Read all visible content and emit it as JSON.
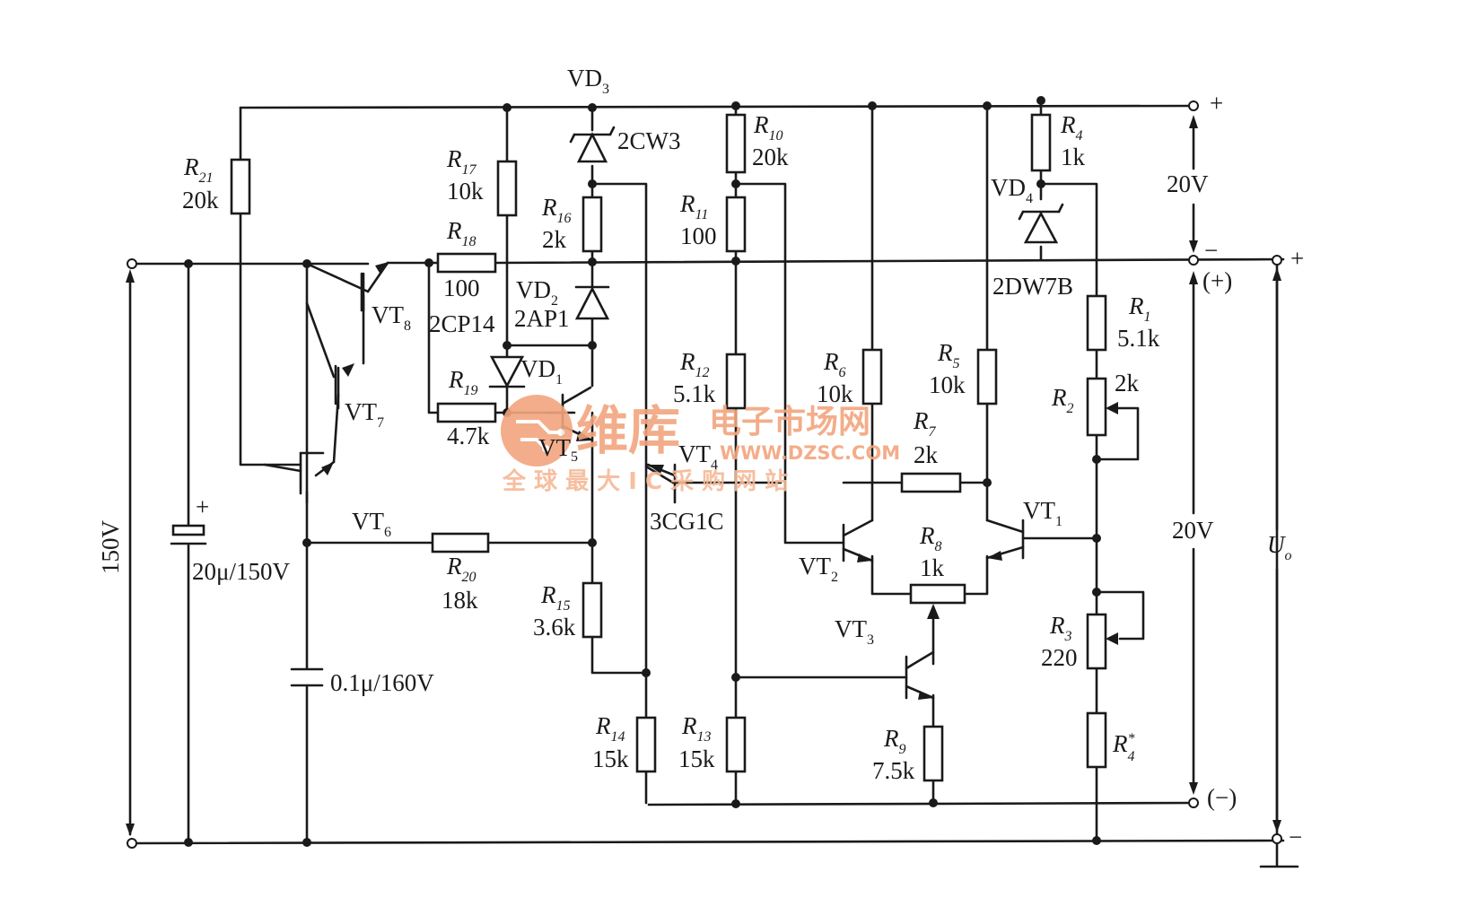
{
  "components": {
    "R21": {
      "name": "R",
      "sub": "21",
      "value": "20k"
    },
    "R17": {
      "name": "R",
      "sub": "17",
      "value": "10k"
    },
    "R18": {
      "name": "R",
      "sub": "18",
      "value": "100"
    },
    "R19": {
      "name": "R",
      "sub": "19",
      "value": "4.7k"
    },
    "R16": {
      "name": "R",
      "sub": "16",
      "value": "2k"
    },
    "R10": {
      "name": "R",
      "sub": "10",
      "value": "20k"
    },
    "R11": {
      "name": "R",
      "sub": "11",
      "value": "100"
    },
    "R12": {
      "name": "R",
      "sub": "12",
      "value": "5.1k"
    },
    "R13": {
      "name": "R",
      "sub": "13",
      "value": "15k"
    },
    "R14": {
      "name": "R",
      "sub": "14",
      "value": "15k"
    },
    "R15": {
      "name": "R",
      "sub": "15",
      "value": "3.6k"
    },
    "R20": {
      "name": "R",
      "sub": "20",
      "value": "18k"
    },
    "R6": {
      "name": "R",
      "sub": "6",
      "value": "10k"
    },
    "R5": {
      "name": "R",
      "sub": "5",
      "value": "10k"
    },
    "R7": {
      "name": "R",
      "sub": "7",
      "value": "2k"
    },
    "R8": {
      "name": "R",
      "sub": "8",
      "value": "1k"
    },
    "R9": {
      "name": "R",
      "sub": "9",
      "value": "7.5k"
    },
    "R4": {
      "name": "R",
      "sub": "4",
      "value": "1k"
    },
    "R1": {
      "name": "R",
      "sub": "1",
      "value": "5.1k"
    },
    "R2": {
      "name": "R",
      "sub": "2",
      "value": "2k"
    },
    "R3": {
      "name": "R",
      "sub": "3",
      "value": "220"
    },
    "R4star": {
      "name": "R",
      "sub": "4",
      "sup": "*"
    },
    "VD3": {
      "name": "VD",
      "sub": "3",
      "part": "2CW3"
    },
    "VD2": {
      "name": "VD",
      "sub": "2",
      "part": "2AP1"
    },
    "VD1": {
      "name": "VD",
      "sub": "1",
      "part": "2CP14"
    },
    "VD4": {
      "name": "VD",
      "sub": "4",
      "part": "2DW7B"
    },
    "VT8": {
      "name": "VT",
      "sub": "8"
    },
    "VT7": {
      "name": "VT",
      "sub": "7"
    },
    "VT6": {
      "name": "VT",
      "sub": "6"
    },
    "VT5": {
      "name": "VT",
      "sub": "5"
    },
    "VT4": {
      "name": "VT",
      "sub": "4",
      "part": "3CG1C"
    },
    "VT3": {
      "name": "VT",
      "sub": "3"
    },
    "VT2": {
      "name": "VT",
      "sub": "2"
    },
    "VT1": {
      "name": "VT",
      "sub": "1"
    },
    "C1": {
      "value": "20μ/150V",
      "polarity": "+"
    },
    "C2": {
      "value": "0.1μ/160V"
    }
  },
  "annotations": {
    "input_voltage": "150V",
    "aux_voltage": "20V",
    "ref_voltage": "20V",
    "output": {
      "name": "U",
      "sub": "o"
    },
    "plus": "+",
    "minus": "−",
    "plus_paren": "(+)",
    "minus_paren": "(−)"
  },
  "watermark": {
    "brand": "维库",
    "brand_tail": "电子市场网",
    "url": "WWW.DZSC.COM",
    "slogan": "全 球 最 大 I C 采 购 网 站"
  },
  "colors": {
    "ink": "#1a1a1a",
    "watermark": "#f2a57e",
    "background": "#ffffff"
  }
}
